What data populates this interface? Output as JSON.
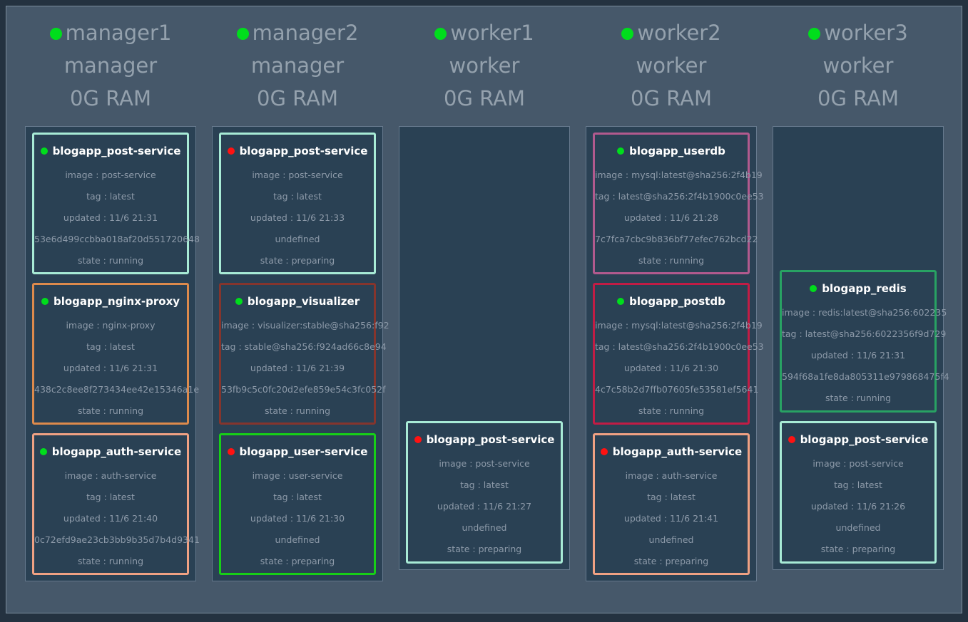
{
  "colors": {
    "page_bg": "#243240",
    "container_bg": "#46586a",
    "container_border": "#7b8c9c",
    "panel_bg": "#2a4154",
    "panel_border": "#66798d",
    "header_text": "#94a1ad",
    "detail_text": "#8d9aa9",
    "title_text": "#ffffff",
    "dot_green": "#00dd1c",
    "dot_red": "#ff1212"
  },
  "nodes": [
    {
      "name": "manager1",
      "role": "manager",
      "ram": "0G RAM",
      "status_dot": "#00dd1c",
      "align": "top",
      "tasks": [
        {
          "title": "blogapp_post-service",
          "dot_color": "#00dd1c",
          "border_color": "#a8ebd6",
          "lines": [
            "image : post-service",
            "tag : latest",
            "updated : 11/6 21:31",
            "53e6d499ccbba018af20d551720648",
            "state : running"
          ]
        },
        {
          "title": "blogapp_nginx-proxy",
          "dot_color": "#00dd1c",
          "border_color": "#dd8a4c",
          "lines": [
            "image : nginx-proxy",
            "tag : latest",
            "updated : 11/6 21:31",
            "438c2c8ee8f273434ee42e15346a1e",
            "state : running"
          ]
        },
        {
          "title": "blogapp_auth-service",
          "dot_color": "#00dd1c",
          "border_color": "#f0a183",
          "lines": [
            "image : auth-service",
            "tag : latest",
            "updated : 11/6 21:40",
            "0c72efd9ae23cb3bb9b35d7b4d9341",
            "state : running"
          ]
        }
      ]
    },
    {
      "name": "manager2",
      "role": "manager",
      "ram": "0G RAM",
      "status_dot": "#00dd1c",
      "align": "top",
      "tasks": [
        {
          "title": "blogapp_post-service",
          "dot_color": "#ff1212",
          "border_color": "#a8ebd6",
          "lines": [
            "image : post-service",
            "tag : latest",
            "updated : 11/6 21:33",
            "undefined",
            "state : preparing"
          ]
        },
        {
          "title": "blogapp_visualizer",
          "dot_color": "#00dd1c",
          "border_color": "#85352d",
          "lines": [
            "image : visualizer:stable@sha256:f92",
            "tag : stable@sha256:f924ad66c8e94",
            "updated : 11/6 21:39",
            "53fb9c5c0fc20d2efe859e54c3fc052f",
            "state : running"
          ]
        },
        {
          "title": "blogapp_user-service",
          "dot_color": "#ff1212",
          "border_color": "#17cf17",
          "lines": [
            "image : user-service",
            "tag : latest",
            "updated : 11/6 21:30",
            "undefined",
            "state : preparing"
          ]
        }
      ]
    },
    {
      "name": "worker1",
      "role": "worker",
      "ram": "0G RAM",
      "status_dot": "#00dd1c",
      "align": "bottom",
      "tasks": [
        {
          "title": "blogapp_post-service",
          "dot_color": "#ff1212",
          "border_color": "#a8ebd6",
          "lines": [
            "image : post-service",
            "tag : latest",
            "updated : 11/6 21:27",
            "undefined",
            "state : preparing"
          ]
        }
      ]
    },
    {
      "name": "worker2",
      "role": "worker",
      "ram": "0G RAM",
      "status_dot": "#00dd1c",
      "align": "top",
      "tasks": [
        {
          "title": "blogapp_userdb",
          "dot_color": "#00dd1c",
          "border_color": "#b25a8e",
          "lines": [
            "image : mysql:latest@sha256:2f4b19",
            "tag : latest@sha256:2f4b1900c0ee53",
            "updated : 11/6 21:28",
            "7c7fca7cbc9b836bf77efec762bcd22",
            "state : running"
          ]
        },
        {
          "title": "blogapp_postdb",
          "dot_color": "#00dd1c",
          "border_color": "#c21c45",
          "lines": [
            "image : mysql:latest@sha256:2f4b19",
            "tag : latest@sha256:2f4b1900c0ee53",
            "updated : 11/6 21:30",
            "4c7c58b2d7ffb07605fe53581ef5641",
            "state : running"
          ]
        },
        {
          "title": "blogapp_auth-service",
          "dot_color": "#ff1212",
          "border_color": "#f0a183",
          "lines": [
            "image : auth-service",
            "tag : latest",
            "updated : 11/6 21:41",
            "undefined",
            "state : preparing"
          ]
        }
      ]
    },
    {
      "name": "worker3",
      "role": "worker",
      "ram": "0G RAM",
      "status_dot": "#00dd1c",
      "align": "bottom",
      "tasks": [
        {
          "title": "blogapp_redis",
          "dot_color": "#00dd1c",
          "border_color": "#28a263",
          "lines": [
            "image : redis:latest@sha256:602235",
            "tag : latest@sha256:6022356f9d729",
            "updated : 11/6 21:31",
            "594f68a1fe8da805311e979868475f4",
            "state : running"
          ]
        },
        {
          "title": "blogapp_post-service",
          "dot_color": "#ff1212",
          "border_color": "#a8ebd6",
          "lines": [
            "image : post-service",
            "tag : latest",
            "updated : 11/6 21:26",
            "undefined",
            "state : preparing"
          ]
        }
      ]
    }
  ]
}
